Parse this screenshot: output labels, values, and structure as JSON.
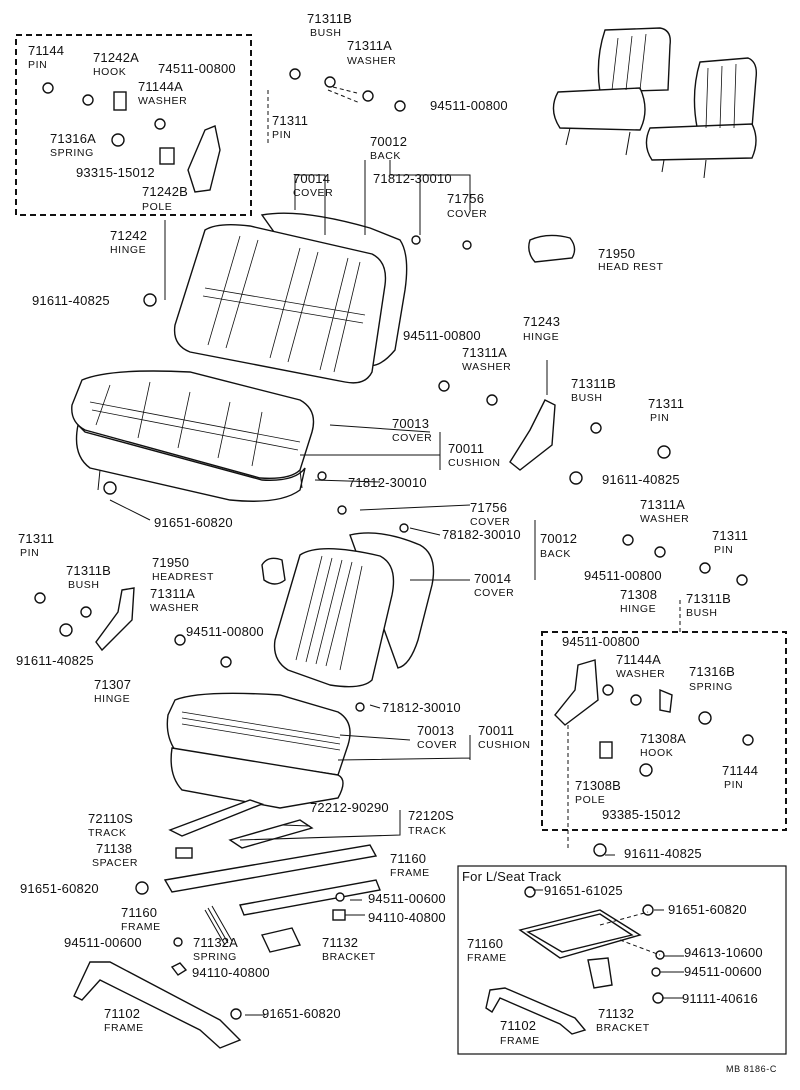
{
  "labels": {
    "p71144_top": "71144",
    "n71144_top": "PIN",
    "p71242A": "71242A",
    "n71242A": "HOOK",
    "p74511": "74511-00800",
    "p71144A_top": "71144A",
    "n71144A_top": "WASHER",
    "p71316A": "71316A",
    "n71316A": "SPRING",
    "p93315": "93315-15012",
    "p71242B": "71242B",
    "n71242B": "POLE",
    "p71242": "71242",
    "n71242": "HINGE",
    "p91611_top": "91611-40825",
    "p71311B_top": "71311B",
    "n71311B_top": "BUSH",
    "p71311A_top": "71311A",
    "n71311A_top": "WASHER",
    "p71311_top": "71311",
    "n71311_top": "PIN",
    "p94511_top": "94511-00800",
    "p70012_top": "70012",
    "n70012_top": "BACK",
    "p70014_top": "70014",
    "n70014_top": "COVER",
    "p71812_a": "71812-30010",
    "p71756_top": "71756",
    "n71756_top": "COVER",
    "p71950_top": "71950",
    "n71950_top": "HEAD REST",
    "p94511_mid": "94511-00800",
    "p71243": "71243",
    "n71243": "HINGE",
    "p71311A_mid": "71311A",
    "n71311A_mid": "WASHER",
    "p71311B_mid": "71311B",
    "n71311B_mid": "BUSH",
    "p71311_mid": "71311",
    "n71311_mid": "PIN",
    "p70013_top": "70013",
    "n70013_top": "COVER",
    "p70011_top": "70011",
    "n70011_top": "CUSHION",
    "p71812_b": "71812-30010",
    "p91611_mid": "91611-40825",
    "p91651_mid": "91651-60820",
    "p71756_bot": "71756",
    "n71756_bot": "COVER",
    "p78182": "78182-30010",
    "p70012_bot": "70012",
    "n70012_bot": "BACK",
    "p70014_bot": "70014",
    "n70014_bot": "COVER",
    "p71311A_r": "71311A",
    "n71311A_r": "WASHER",
    "p94511_r": "94511-00800",
    "p71311_r": "71311",
    "n71311_r": "PIN",
    "p71308": "71308",
    "n71308": "HINGE",
    "p71311B_r": "71311B",
    "n71311B_r": "BUSH",
    "p71311_l": "71311",
    "n71311_l": "PIN",
    "p71311B_l": "71311B",
    "n71311B_l": "BUSH",
    "p71950_l": "71950",
    "n71950_l": "HEADREST",
    "p71311A_l": "71311A",
    "n71311A_l": "WASHER",
    "p94511_l": "94511-00800",
    "p91611_l": "91611-40825",
    "p71307": "71307",
    "n71307": "HINGE",
    "p94511_box": "94511-00800",
    "p71144A_r": "71144A",
    "n71144A_r": "WASHER",
    "p71316B": "71316B",
    "n71316B": "SPRING",
    "p71308A": "71308A",
    "n71308A": "HOOK",
    "p71144_r": "71144",
    "n71144_r": "PIN",
    "p71308B": "71308B",
    "n71308B": "POLE",
    "p93385": "93385-15012",
    "p91611_bot": "91611-40825",
    "p71812_c": "71812-30010",
    "p70013_bot": "70013",
    "n70013_bot": "COVER",
    "p70011_bot": "70011",
    "n70011_bot": "CUSHION",
    "p72212": "72212-90290",
    "p72110S": "72110S",
    "n72110S": "TRACK",
    "p72120S": "72120S",
    "n72120S": "TRACK",
    "p71138": "71138",
    "n71138": "SPACER",
    "p71160_a": "71160",
    "n71160_a": "FRAME",
    "p91651_b": "91651-60820",
    "p71160_b": "71160",
    "n71160_b": "FRAME",
    "p94511_600a": "94511-00600",
    "p94110_a": "94110-40800",
    "p94511_600b": "94511-00600",
    "p71132A": "71132A",
    "n71132A": "SPRING",
    "p71132_a": "71132",
    "n71132_a": "BRACKET",
    "p94110_b": "94110-40800",
    "p71102_a": "71102",
    "n71102_a": "FRAME",
    "p91651_c": "91651-60820",
    "for_lseat": "For L/Seat Track",
    "p91651_61025": "91651-61025",
    "p91651_d": "91651-60820",
    "p71160_c": "71160",
    "n71160_c": "FRAME",
    "p94613": "94613-10600",
    "p94511_600c": "94511-00600",
    "p91111": "91111-40616",
    "p71102_b": "71102",
    "n71102_b": "FRAME",
    "p71132_b": "71132",
    "n71132_b": "BRACKET",
    "ref": "MB 8186-C"
  }
}
